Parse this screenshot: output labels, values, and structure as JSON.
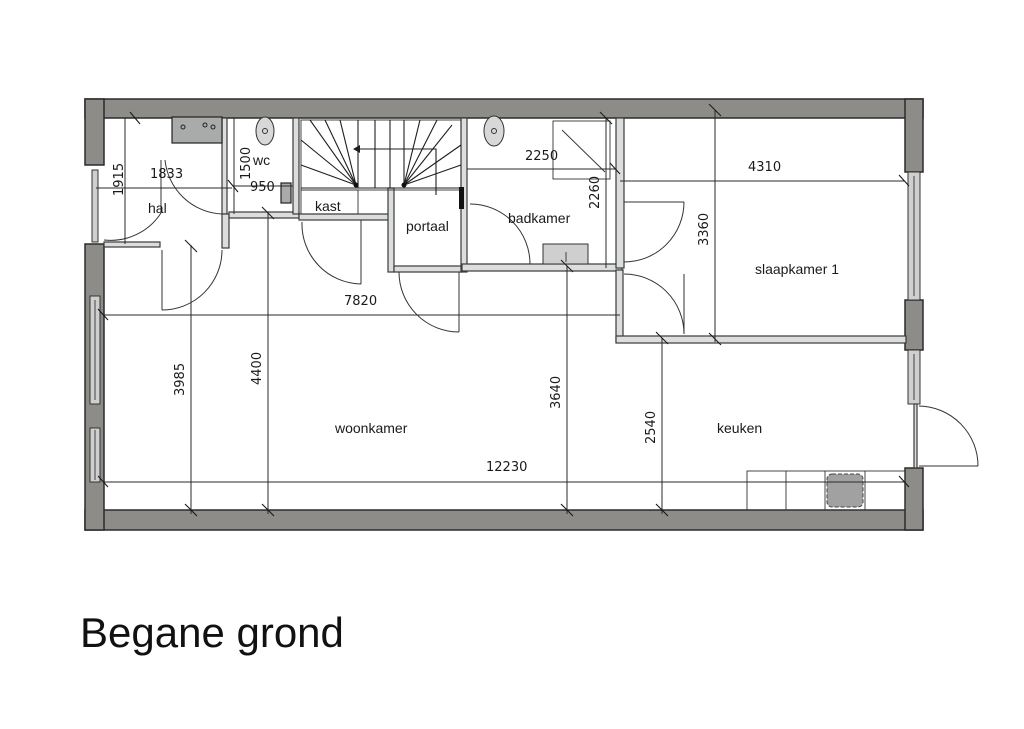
{
  "title": "Begane grond",
  "rooms": {
    "hal": "hal",
    "wc": "wc",
    "kast": "kast",
    "portaal": "portaal",
    "badkamer": "badkamer",
    "slaapkamer": "slaapkamer 1",
    "woonkamer": "woonkamer",
    "keuken": "keuken"
  },
  "dimensions": {
    "hal_width": "1833",
    "hal_depth": "1915",
    "wc_depth": "1500",
    "wc_width": "950",
    "badkamer_width": "2250",
    "badkamer_depth": "2260",
    "slaapkamer_width": "4310",
    "slaapkamer_depth": "3360",
    "woonkamer_width": "7820",
    "woonkamer_depth_1": "3985",
    "woonkamer_depth_2": "4400",
    "woonkamer_depth_3": "3640",
    "keuken_depth": "2540",
    "total_width": "12230"
  },
  "colors": {
    "wall": "#8e8c89",
    "inner_wall": "#dcdedd",
    "line": "#1e1e1e"
  }
}
